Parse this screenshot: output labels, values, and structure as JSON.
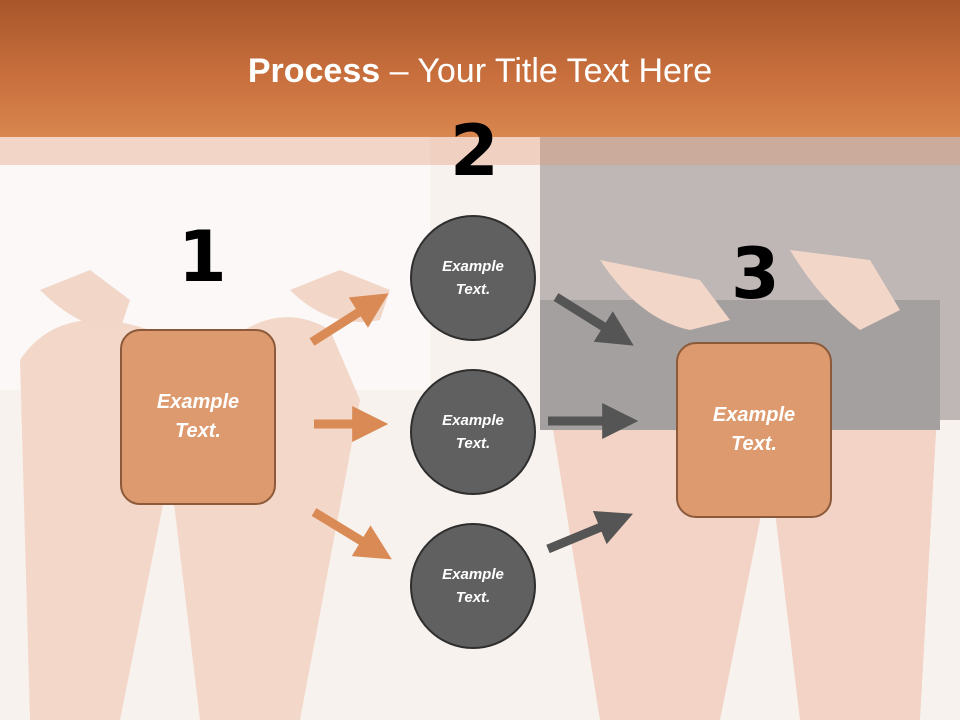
{
  "title": {
    "bold": "Process",
    "rest": " – Your Title Text Here"
  },
  "steps": {
    "n1": "1",
    "n2": "2",
    "n3": "3"
  },
  "boxes": {
    "left": {
      "line1": "Example",
      "line2": "Text."
    },
    "right": {
      "line1": "Example",
      "line2": "Text."
    }
  },
  "circles": [
    {
      "line1": "Example",
      "line2": "Text."
    },
    {
      "line1": "Example",
      "line2": "Text."
    },
    {
      "line1": "Example",
      "line2": "Text."
    }
  ],
  "colors": {
    "header": "#c86f3d",
    "box_fill": "#dc9a6e",
    "box_border": "#8c5a3a",
    "circle_fill": "#606060",
    "arrow_orange": "#d98a55",
    "arrow_gray": "#555555"
  }
}
